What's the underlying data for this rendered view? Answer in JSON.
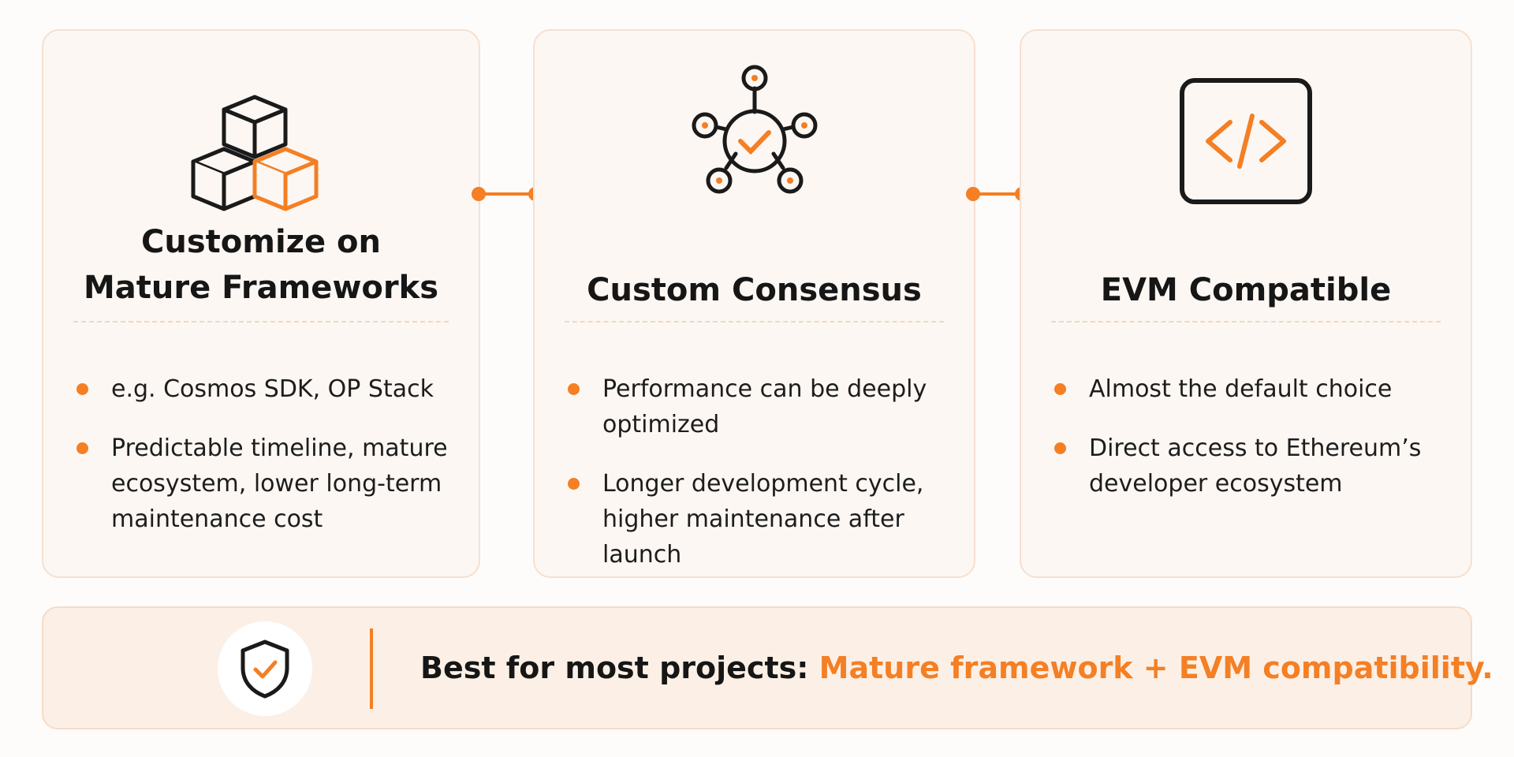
{
  "cards": [
    {
      "icon": "cubes-icon",
      "title": "Customize on\nMature Frameworks",
      "bullets": [
        "e.g. Cosmos SDK,  OP Stack",
        "Predictable timeline, mature ecosystem, lower long-term maintenance cost"
      ]
    },
    {
      "icon": "consensus-network-icon",
      "title": "Custom Consensus",
      "bullets": [
        "Performance can be deeply optimized",
        "Longer development cycle, higher maintenance after launch"
      ]
    },
    {
      "icon": "code-brackets-icon",
      "title": "EVM Compatible",
      "bullets": [
        "Almost the default choice",
        "Direct access to Ethereum’s developer ecosystem"
      ]
    }
  ],
  "banner": {
    "icon": "shield-check-icon",
    "lead": "Best for most projects: ",
    "highlight": "Mature framework + EVM compatibility."
  },
  "colors": {
    "accent": "#f47f24",
    "card_background": "#fcf7f3",
    "card_border": "#f6e0d0",
    "banner_background": "#fcf0e6",
    "text": "#161616"
  }
}
